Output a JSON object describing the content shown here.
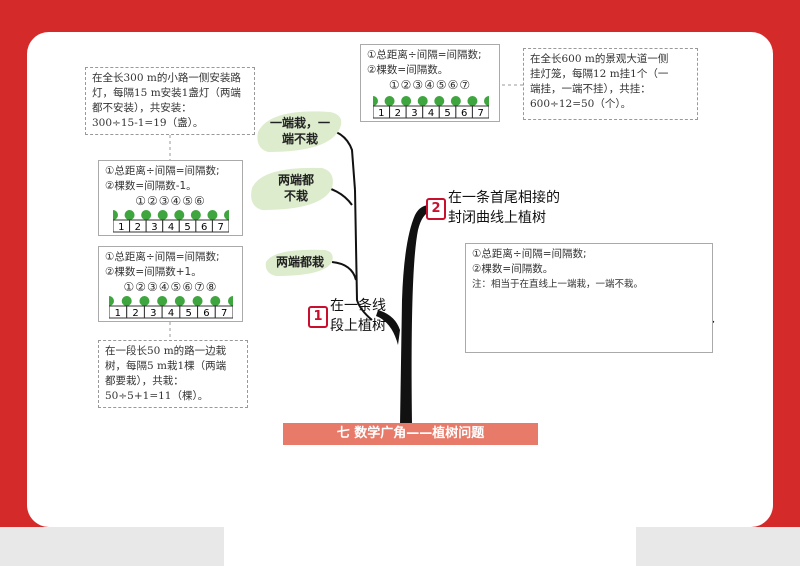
{
  "title": "七  数学广角——植树问题",
  "branch1": {
    "num": "1",
    "line1": "在一条线",
    "line2": "段上植树"
  },
  "branch2": {
    "num": "2",
    "line1": "在一条首尾相接的",
    "line2": "封闭曲线上植树"
  },
  "leaves": {
    "one_end": [
      "一端栽，一",
      "端不栽"
    ],
    "neither": [
      "两端都",
      "不栽"
    ],
    "both": "两端都栽"
  },
  "box_one_end": {
    "lines": [
      "①总距离÷间隔=间隔数;",
      "②棵数=间隔数。"
    ],
    "circles": "①②③④⑤⑥⑦",
    "ruler": [
      "1",
      "2",
      "3",
      "4",
      "5",
      "6",
      "7"
    ]
  },
  "box_neither": {
    "lines": [
      "①总距离÷间隔=间隔数;",
      "②棵数=间隔数-1。"
    ],
    "circles": "①②③④⑤⑥",
    "ruler": [
      "1",
      "2",
      "3",
      "4",
      "5",
      "6",
      "7"
    ]
  },
  "box_both": {
    "lines": [
      "①总距离÷间隔=间隔数;",
      "②棵数=间隔数+1。"
    ],
    "circles": "①②③④⑤⑥⑦⑧",
    "ruler": [
      "1",
      "2",
      "3",
      "4",
      "5",
      "6",
      "7"
    ]
  },
  "example_top_left": [
    "在全长300 m的小路一侧安装路",
    "灯，每隔15 m安装1盏灯（两端",
    "都不安装），共安装：",
    "300÷15-1=19（盏）。"
  ],
  "example_top_right": [
    "在全长600 m的景观大道一侧",
    "挂灯笼，每隔12 m挂1个（一",
    "端挂，一端不挂），共挂：",
    "600÷12=50（个）。"
  ],
  "example_bottom_left": [
    "在一段长50 m的路一边栽",
    "树，每隔5 m栽1棵（两端",
    "都要栽），共栽：",
    "50÷5+1=11（棵）。"
  ],
  "box_closed": {
    "lines": [
      "①总距离÷间隔=间隔数;",
      "②棵数=间隔数。"
    ],
    "note": "注：相当于在直线上一端栽，一端不栽。"
  }
}
